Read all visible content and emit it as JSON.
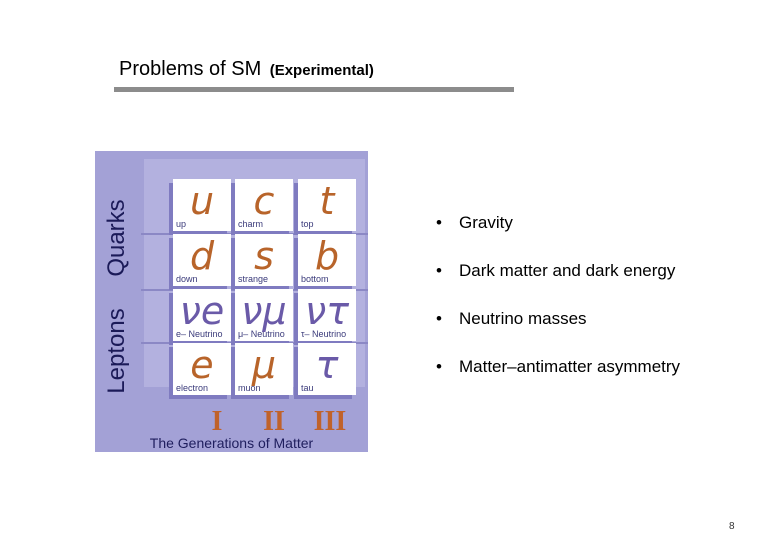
{
  "slide": {
    "title_main": "Problems of SM",
    "title_sub": "(Experimental)",
    "page_number": "8"
  },
  "figure": {
    "side_labels": {
      "quarks": "Quarks",
      "leptons": "Leptons"
    },
    "particles": [
      {
        "symbol": "u",
        "name": "up"
      },
      {
        "symbol": "c",
        "name": "charm"
      },
      {
        "symbol": "t",
        "name": "top"
      },
      {
        "symbol": "d",
        "name": "down"
      },
      {
        "symbol": "s",
        "name": "strange"
      },
      {
        "symbol": "b",
        "name": "bottom"
      },
      {
        "symbol": "νe",
        "name": "e– Neutrino"
      },
      {
        "symbol": "νμ",
        "name": "μ– Neutrino"
      },
      {
        "symbol": "ντ",
        "name": "τ– Neutrino"
      },
      {
        "symbol": "e",
        "name": "electron"
      },
      {
        "symbol": "μ",
        "name": "muon"
      },
      {
        "symbol": "τ",
        "name": "tau"
      }
    ],
    "generations": [
      "I",
      "II",
      "III"
    ],
    "caption": "The Generations of Matter"
  },
  "bullets": [
    "Gravity",
    "Dark matter and dark energy",
    "Neutrino masses",
    "Matter–antimatter asymmetry"
  ],
  "bullet_marker": "•"
}
